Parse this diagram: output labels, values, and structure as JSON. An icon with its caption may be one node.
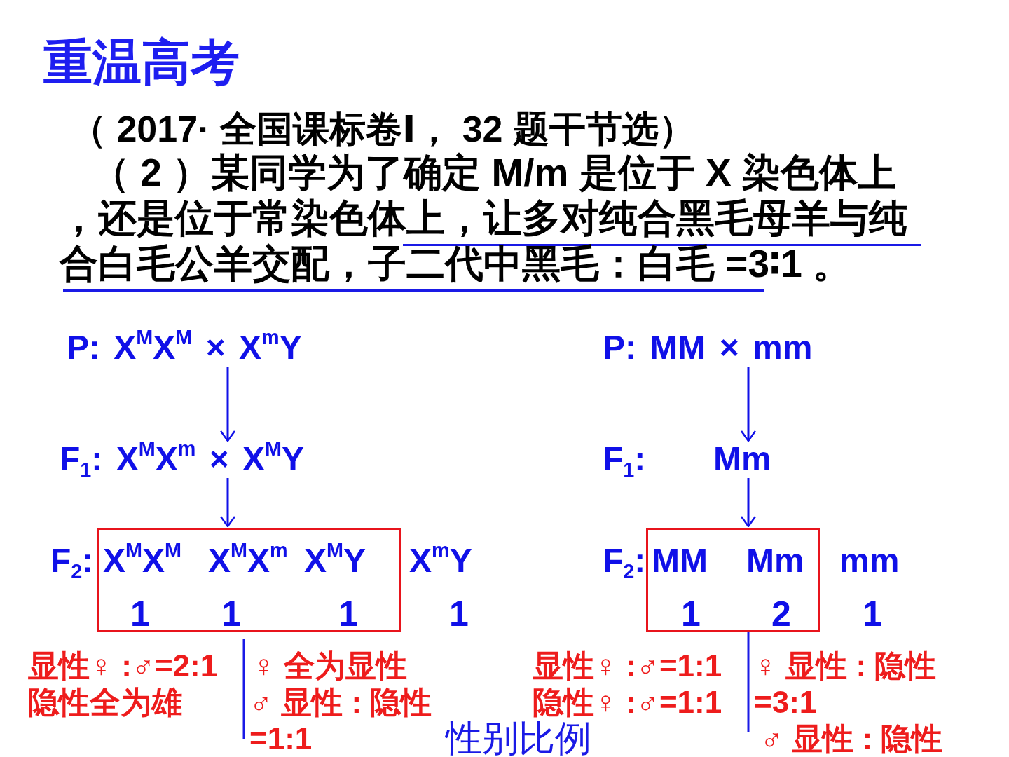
{
  "diagram": {
    "title": "重温高考",
    "nodes": [
      {
        "text": [
          "P: X$^{M}$X$^{M}$ × X$^{m}$Y"
        ]
      },
      {
        "text": [
          "F$_{1}$: X$^{M}$X$^{m}$ × X$^{M}$Y"
        ]
      },
      {
        "text": [],
        "shape": "box"
      },
      {
        "text": [
          "P: MM × mm"
        ]
      },
      {
        "text": [
          "Mm"
        ]
      },
      {
        "text": [],
        "shape": "box"
      }
    ],
    "edges": [
      {
        "from": 0,
        "to": 1,
        "arrow": "to"
      },
      {
        "from": 1,
        "to": 2,
        "arrow": "to"
      },
      {
        "from": 3,
        "to": 4,
        "arrow": "to"
      },
      {
        "from": 4,
        "to": 5,
        "arrow": "to"
      }
    ],
    "labels": [
      "（ 2017· 全国课标卷Ⅰ， 32 题干节选）",
      "（ 2 ）某同学为了确定 M/m 是位于 X 染色体上，还是位于常染色体上，让多对纯合黑毛母羊与纯合白毛公羊交配，子二代中黑毛：白毛 =3∶1 。",
      "F$_{1}$:",
      "F$_{2}$:",
      "X$^{M}$X$^{M}$",
      "X$^{M}$X$^{m}$",
      "X$^{M}$Y",
      "X$^{m}$Y",
      "F$_{2}$:",
      "MM",
      "Mm",
      "mm",
      "1",
      "1",
      "1",
      "1",
      "1",
      "2",
      "1",
      "显性♀ :♂=2:1",
      "♀ 全为显性",
      "性别比例",
      "显性♀ :♂=1:1",
      "♀ 显性 : 隐性 =3:1",
      "隐性全为雄",
      "♂ 显性 : 隐性 =1:1",
      "隐性♀ :♂=1:1",
      "♂ 显性 : 隐性"
    ]
  }
}
